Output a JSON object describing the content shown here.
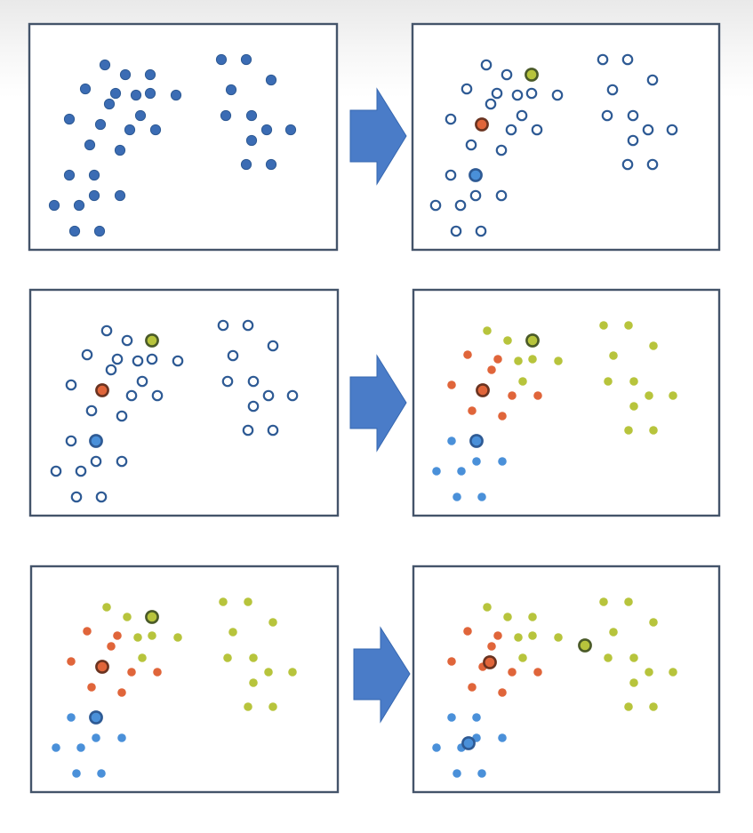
{
  "colors": {
    "panel_border": "#44546a",
    "arrow": "#4a7cc8",
    "unassigned_fill": "#3b6cb4",
    "unassigned_outline": "#2e5a94",
    "cluster_blue": "#4a90d9",
    "cluster_red": "#e0653a",
    "cluster_green": "#b7c43c",
    "centroid_outline": "#4a5a28"
  },
  "icons": [
    "right-arrow-icon"
  ],
  "steps": [
    {
      "left_panel": "initial-points-all-filled",
      "right_panel": "three-random-centroids-chosen"
    },
    {
      "left_panel": "centroids-on-hollow-points",
      "right_panel": "points-assigned-to-nearest-centroid"
    },
    {
      "left_panel": "assigned-clusters",
      "right_panel": "centroids-moved-to-cluster-means"
    }
  ]
}
